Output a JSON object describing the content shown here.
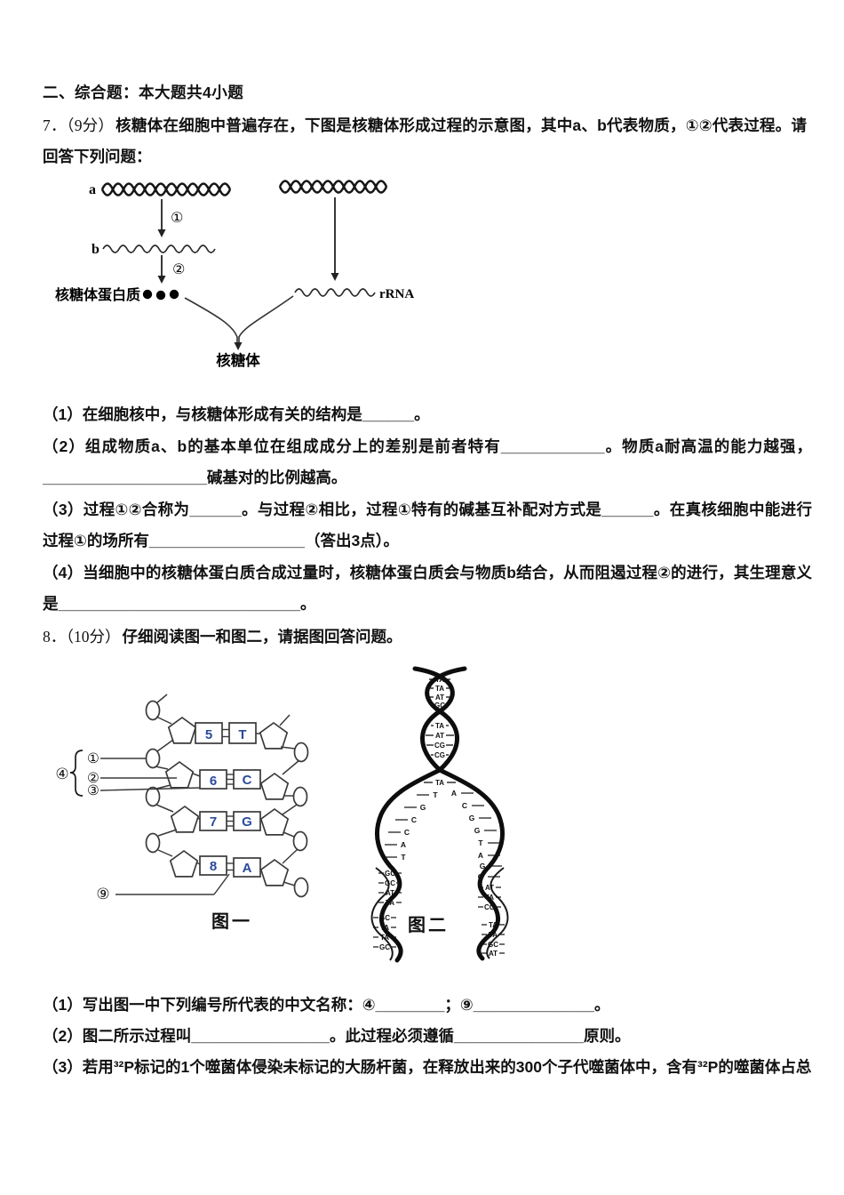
{
  "colors": {
    "base_letter": "#2b4a9b",
    "ink": "#1a1a1a"
  },
  "section": {
    "header": "二、综合题：本大题共4小题"
  },
  "q7": {
    "prefix": "7．（9分）",
    "stem": "核糖体在细胞中普遍存在，下图是核糖体形成过程的示意图，其中a、b代表物质，①②代表过程。请回答下列问题：",
    "diagram": {
      "label_a": "a",
      "label_b": "b",
      "process_1": "①",
      "process_2": "②",
      "ribosome_protein_label": "核糖体蛋白质",
      "rrna_label": "rRNA",
      "ribosome_label": "核糖体"
    },
    "items": [
      "（1）在细胞核中，与核糖体形成有关的结构是______。",
      "（2）组成物质a、b的基本单位在组成成分上的差别是前者特有____________。物质a耐高温的能力越强，___________________碱基对的比例越高。",
      "（3）过程①②合称为______。与过程②相比，过程①特有的碱基互补配对方式是______。在真核细胞中能进行过程①的场所有__________________（答出3点）。",
      "（4）当细胞中的核糖体蛋白质合成过量时，核糖体蛋白质会与物质b结合，从而阻遏过程②的进行，其生理意义是____________________________。"
    ]
  },
  "q8": {
    "prefix": "8．（10分）",
    "stem": "仔细阅读图一和图二，请据图回答问题。",
    "figure1": {
      "caption": "图一",
      "callouts": {
        "c1": "①",
        "c2": "②",
        "c3": "③",
        "c4": "④",
        "c9": "⑨"
      },
      "rungs": [
        {
          "num": "5",
          "base": "T"
        },
        {
          "num": "6",
          "base": "C"
        },
        {
          "num": "7",
          "base": "G"
        },
        {
          "num": "8",
          "base": "A"
        }
      ]
    },
    "figure2": {
      "caption": "图二",
      "parent_pairs": [
        "TA",
        "TA",
        "AT",
        "GC",
        "TA",
        "AT",
        "CG",
        "CG"
      ],
      "fork_pair": "TA",
      "left_arm_bases": [
        "T",
        "G",
        "C",
        "C",
        "A",
        "T"
      ],
      "right_arm_bases": [
        "A",
        "C",
        "G",
        "G",
        "T",
        "A"
      ],
      "left_daughter_pairs": [
        "GC",
        "GC",
        "AT",
        "TA",
        "GC",
        "TA",
        "TA",
        "GC"
      ],
      "right_daughter_singles": [
        "G",
        "G"
      ],
      "right_daughter_pairs": [
        "AT",
        "TA",
        "CG",
        "TA",
        "TA",
        "GC",
        "AT"
      ]
    },
    "items": [
      "（1）写出图一中下列编号所代表的中文名称：④________；⑨______________。",
      "（2）图二所示过程叫________________。此过程必须遵循_______________原则。",
      "（3）若用³²P标记的1个噬菌体侵染未标记的大肠杆菌，在释放出来的300个子代噬菌体中，含有³²P的噬菌体占总"
    ]
  }
}
